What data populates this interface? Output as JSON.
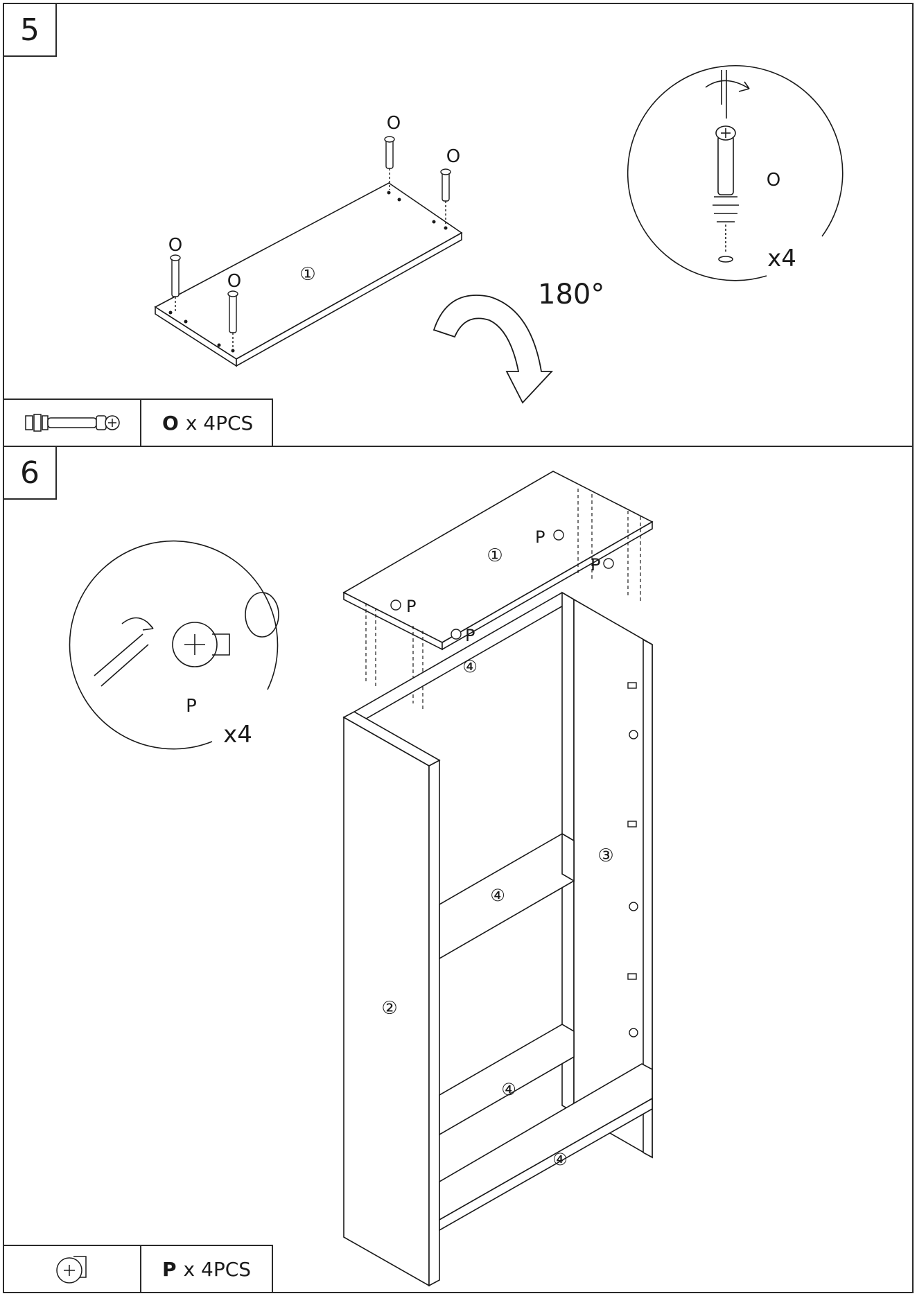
{
  "steps": [
    {
      "number": "5",
      "labels": {
        "screw_a": "O",
        "screw_b": "O",
        "screw_c": "O",
        "screw_d": "O",
        "panel": "①",
        "rotation": "180°"
      },
      "detail": {
        "part": "O",
        "count": "x4"
      },
      "parts": {
        "letter": "O",
        "quantity": "x 4PCS",
        "icon": "cam-bolt-icon"
      }
    },
    {
      "number": "6",
      "labels": {
        "top_panel": "①",
        "back_rail_top": "④",
        "left_side": "②",
        "right_side": "③",
        "middle_rail": "④",
        "lower_rail": "④",
        "base_rail": "④",
        "lock_a": "P",
        "lock_b": "P",
        "lock_c": "P",
        "lock_d": "P"
      },
      "detail": {
        "part": "P",
        "count": "x4"
      },
      "parts": {
        "letter": "P",
        "quantity": "x 4PCS",
        "icon": "cam-lock-icon"
      }
    }
  ],
  "colors": {
    "line": "#1a1a1a",
    "panel_fill": "#ffffff",
    "border": "#2a2a2a"
  }
}
